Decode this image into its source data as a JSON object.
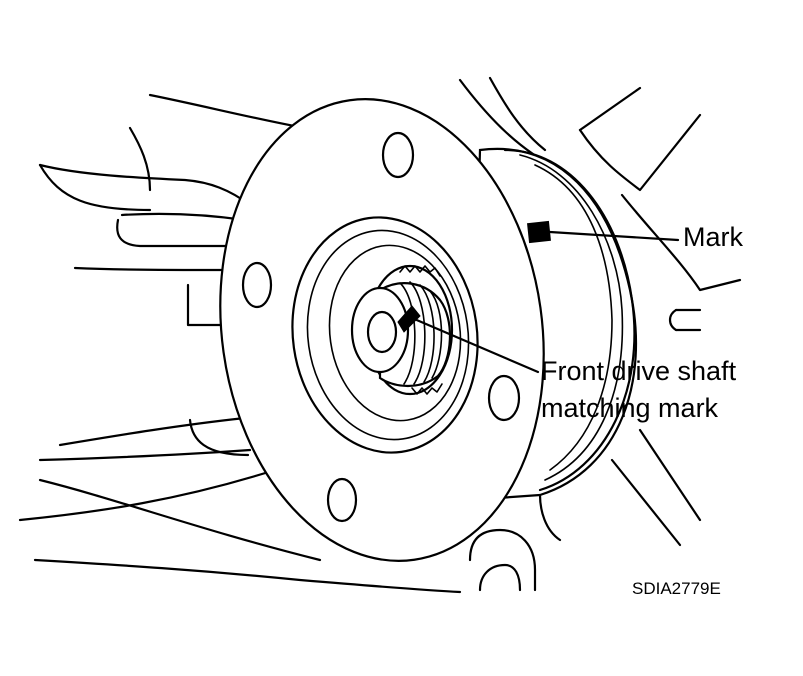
{
  "labels": {
    "mark": "Mark",
    "shaft_line1": "Front drive shaft",
    "shaft_line2": "matching mark",
    "figure_id": "SDIA2779E"
  },
  "colors": {
    "ink": "#000000",
    "paper": "#ffffff"
  }
}
